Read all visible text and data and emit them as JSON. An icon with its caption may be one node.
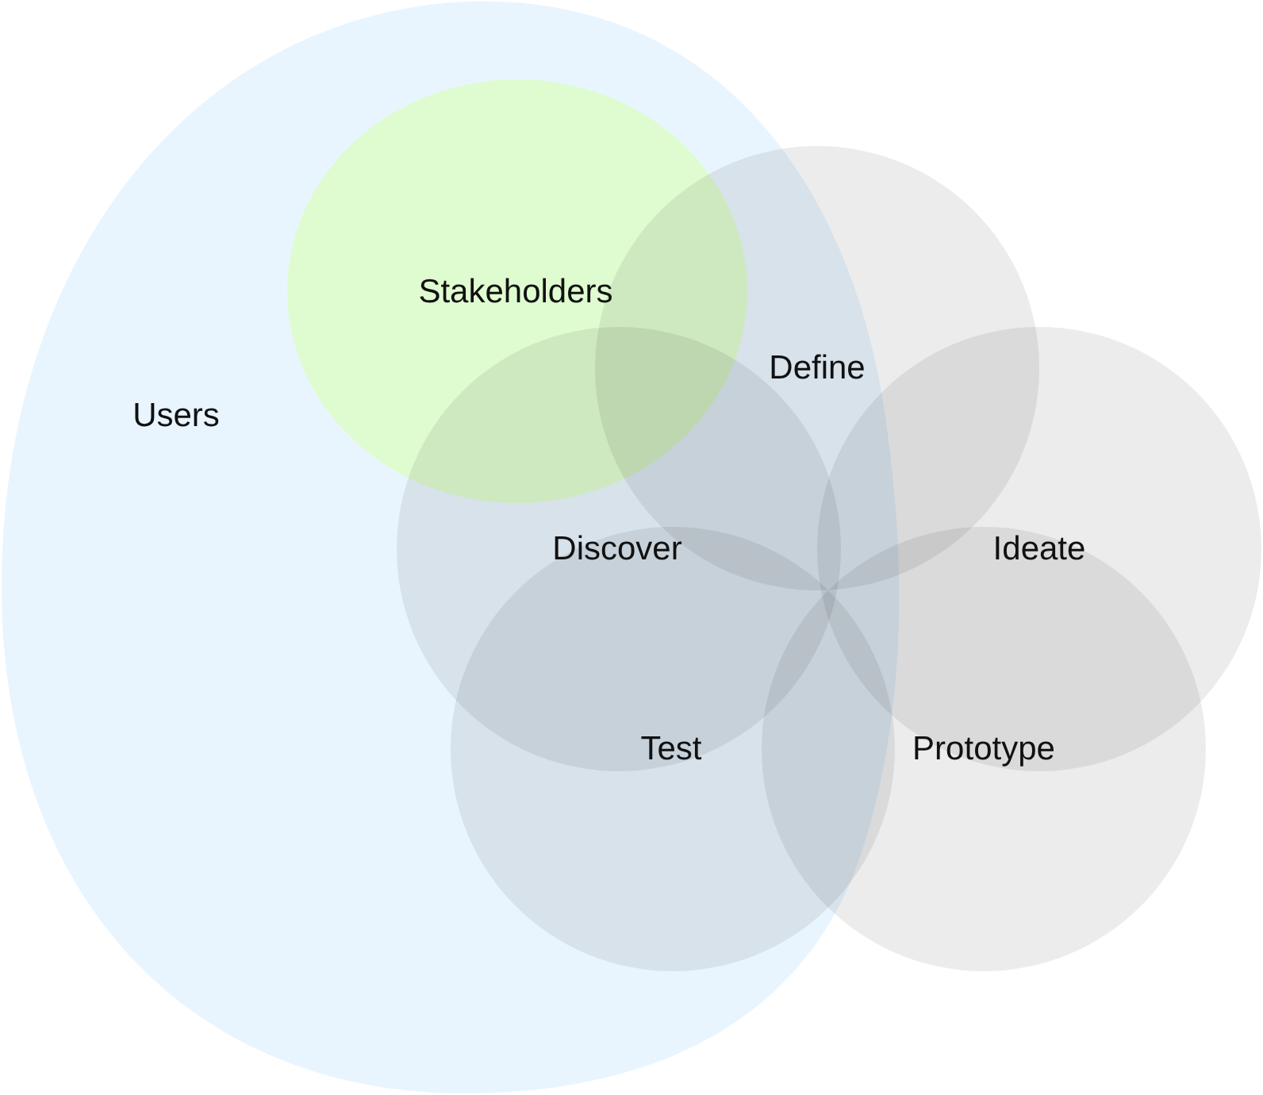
{
  "diagram": {
    "nodes": [
      {
        "text": [
          "Users"
        ]
      },
      {
        "text": [
          "Stakeholders"
        ],
        "in": 0
      },
      {
        "text": [
          "Define"
        ]
      },
      {
        "text": [
          "Discover"
        ],
        "in": 0
      },
      {
        "text": [
          "Ideate"
        ]
      },
      {
        "text": [
          "Test"
        ],
        "in": 0
      },
      {
        "text": [
          "Prototype"
        ]
      }
    ]
  }
}
